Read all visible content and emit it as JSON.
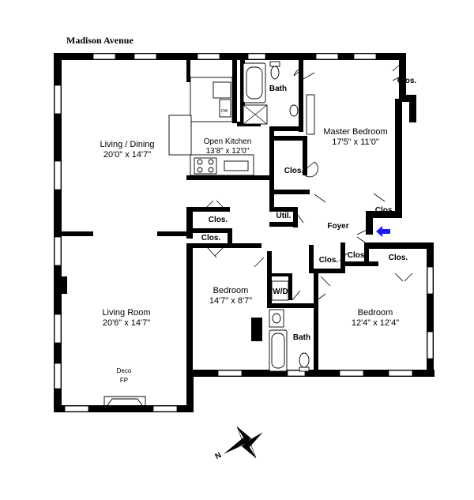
{
  "street": "Madison Avenue",
  "compass_letter": "N",
  "entry_arrow_color": "#1a1aff",
  "rooms": {
    "living_dining": {
      "name": "Living / Dining",
      "dims": "20'0\" x 14'7\""
    },
    "open_kitchen": {
      "name": "Open Kitchen",
      "dims": "13'8\" x 12'0\""
    },
    "master_bedroom": {
      "name": "Master Bedroom",
      "dims": "17'5\" x 11'0\""
    },
    "living_room": {
      "name": "Living Room",
      "dims": "20'6\" x 14'7\""
    },
    "bedroom_2": {
      "name": "Bedroom",
      "dims": "14'7\" x 8'7\""
    },
    "bedroom_3": {
      "name": "Bedroom",
      "dims": "12'4\" x 12'4\""
    }
  },
  "labels": {
    "bath_top": "Bath",
    "bath_bottom": "Bath",
    "closet": "Clos.",
    "util": "Util.",
    "foyer": "Foyer",
    "wd": "W/D",
    "fireplace_1": "Deco",
    "fireplace_2": "FP"
  }
}
